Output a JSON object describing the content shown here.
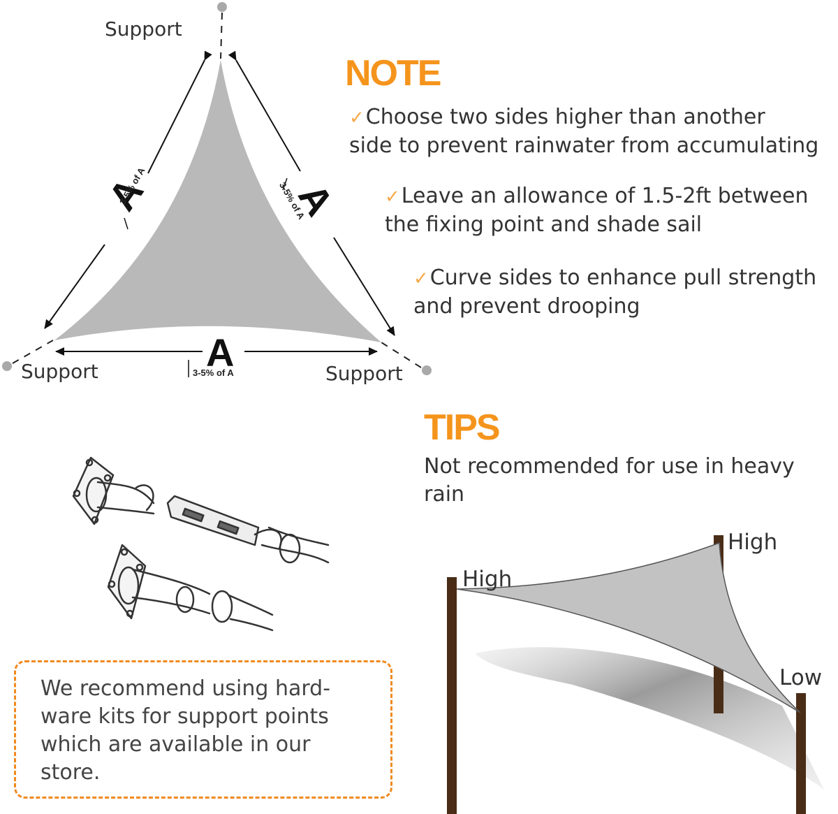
{
  "triangle_diagram": {
    "support_labels": [
      "Support",
      "Support",
      "Support"
    ],
    "side_label": "A",
    "curve_label": "3-5% of A"
  },
  "note": {
    "heading": "NOTE",
    "items": [
      {
        "line1": "Choose two sides higher than another",
        "line2": "side to prevent rainwater from accumulating"
      },
      {
        "line1": "Leave an allowance of 1.5-2ft between",
        "line2": "the fixing point and shade sail"
      },
      {
        "line1": "Curve sides to enhance pull strength",
        "line2": "and prevent drooping"
      }
    ],
    "check_icon": "checkmark-icon"
  },
  "tips": {
    "heading": "TIPS",
    "line1": "Not recommended for use in heavy",
    "line2": "rain"
  },
  "recommend": {
    "line1": "We recommend using hard-",
    "line2": "ware kits for support points",
    "line3": "which are available in our",
    "line4": "store."
  },
  "install_diagram": {
    "labels": [
      "High",
      "High",
      "Low"
    ]
  },
  "colors": {
    "accent": "#f5941c",
    "sail": "#bdbdbd",
    "post": "#4a2d17"
  }
}
